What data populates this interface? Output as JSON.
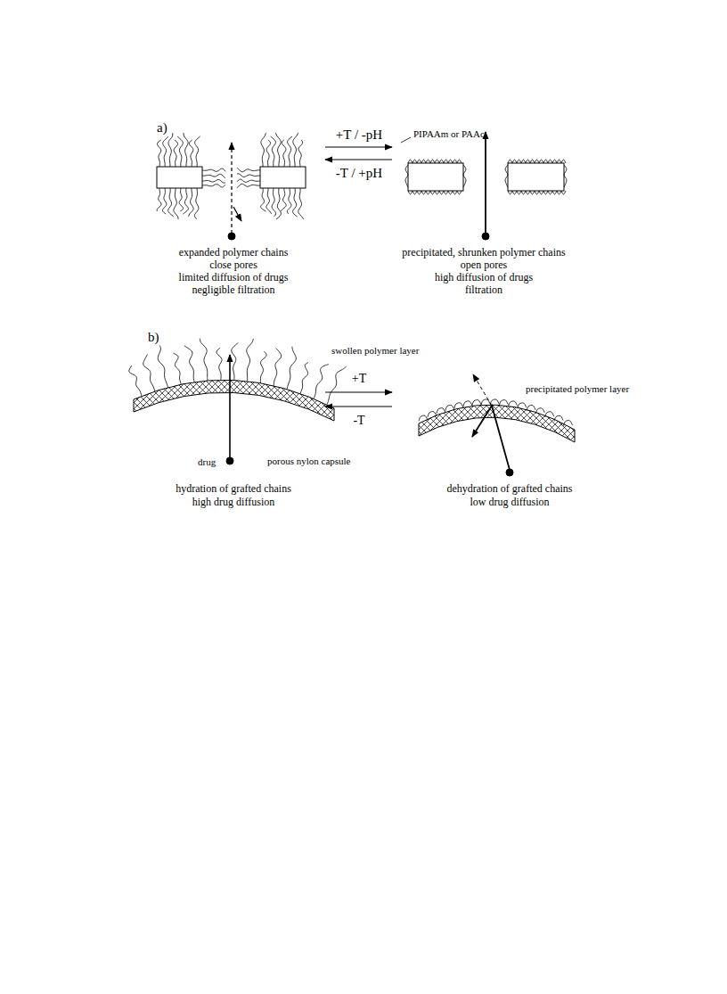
{
  "diagram": {
    "labels": [
      "a)",
      "PIPAAm or PAAc",
      "+T / -pH",
      "-T / +pH",
      "expanded polymer chains",
      "close pores",
      "limited diffusion of drugs",
      "negligible filtration",
      "precipitated, shrunken polymer chains",
      "open pores",
      "high diffusion of drugs",
      "filtration",
      "b)",
      "swollen polymer layer",
      "+T",
      "-T",
      "precipitated polymer layer",
      "drug",
      "porous nylon capsule",
      "hydration of grafted chains",
      "high drug diffusion",
      "dehydration of grafted chains",
      "low drug diffusion"
    ]
  }
}
